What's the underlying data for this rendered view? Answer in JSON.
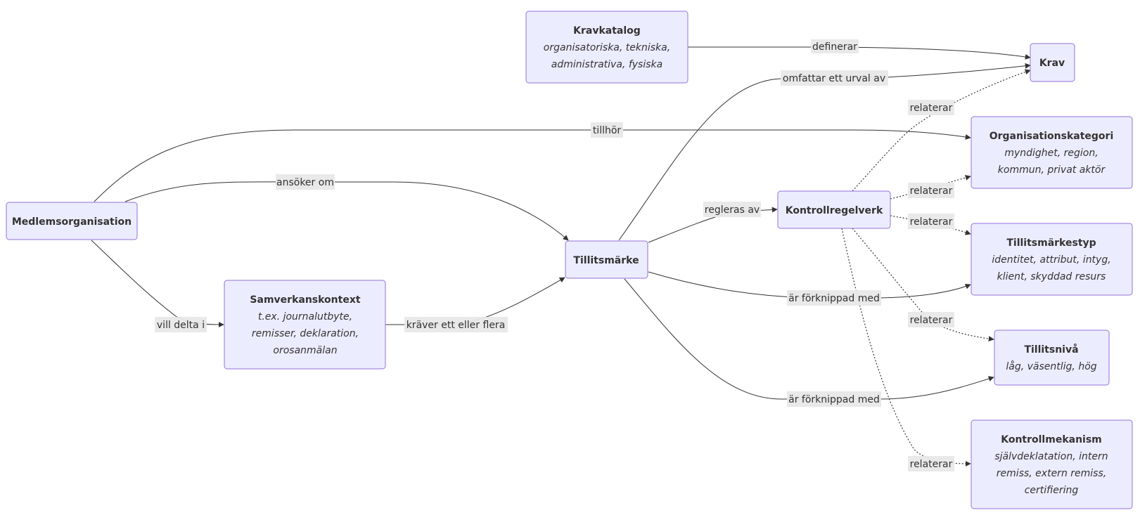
{
  "nodes": {
    "kravkatalog": {
      "title": "Kravkatalog",
      "lines": [
        "organisatoriska, tekniska,",
        "administrativa, fysiska"
      ]
    },
    "krav": {
      "title": "Krav",
      "lines": []
    },
    "organisationskategori": {
      "title": "Organisationskategori",
      "lines": [
        "myndighet, region,",
        "kommun, privat aktör"
      ]
    },
    "medlemsorganisation": {
      "title": "Medlemsorganisation",
      "lines": []
    },
    "kontrollregelverk": {
      "title": "Kontrollregelverk",
      "lines": []
    },
    "tillitsmarke": {
      "title": "Tillitsmärke",
      "lines": []
    },
    "tillitsmarkestyp": {
      "title": "Tillitsmärkestyp",
      "lines": [
        "identitet, attribut, intyg,",
        "klient, skyddad resurs"
      ]
    },
    "samverkanskontext": {
      "title": "Samverkanskontext",
      "lines": [
        "t.ex. journalutbyte,",
        "remisser, deklaration,",
        "orosanmälan"
      ]
    },
    "tillitsniva": {
      "title": "Tillitsnivå",
      "lines": [
        "låg, väsentlig, hög"
      ]
    },
    "kontrollmekanism": {
      "title": "Kontrollmekanism",
      "lines": [
        "självdeklatation, intern",
        "remiss, extern remiss,",
        "certifiering"
      ]
    }
  },
  "edges": {
    "definerar": "definerar",
    "omfattar": "omfattar ett urval av",
    "relaterar_krav": "relaterar",
    "tillhor": "tillhör",
    "relaterar_orgkat": "relaterar",
    "ansoker": "ansöker om",
    "regleras": "regleras av",
    "relaterar_typ": "relaterar",
    "forknippad_typ": "är förknippad med",
    "relaterar_niva": "relaterar",
    "vill_delta": "vill delta i",
    "kraver": "kräver ett eller flera",
    "forknippad_niva": "är förknippad med",
    "relaterar_mek": "relaterar"
  }
}
